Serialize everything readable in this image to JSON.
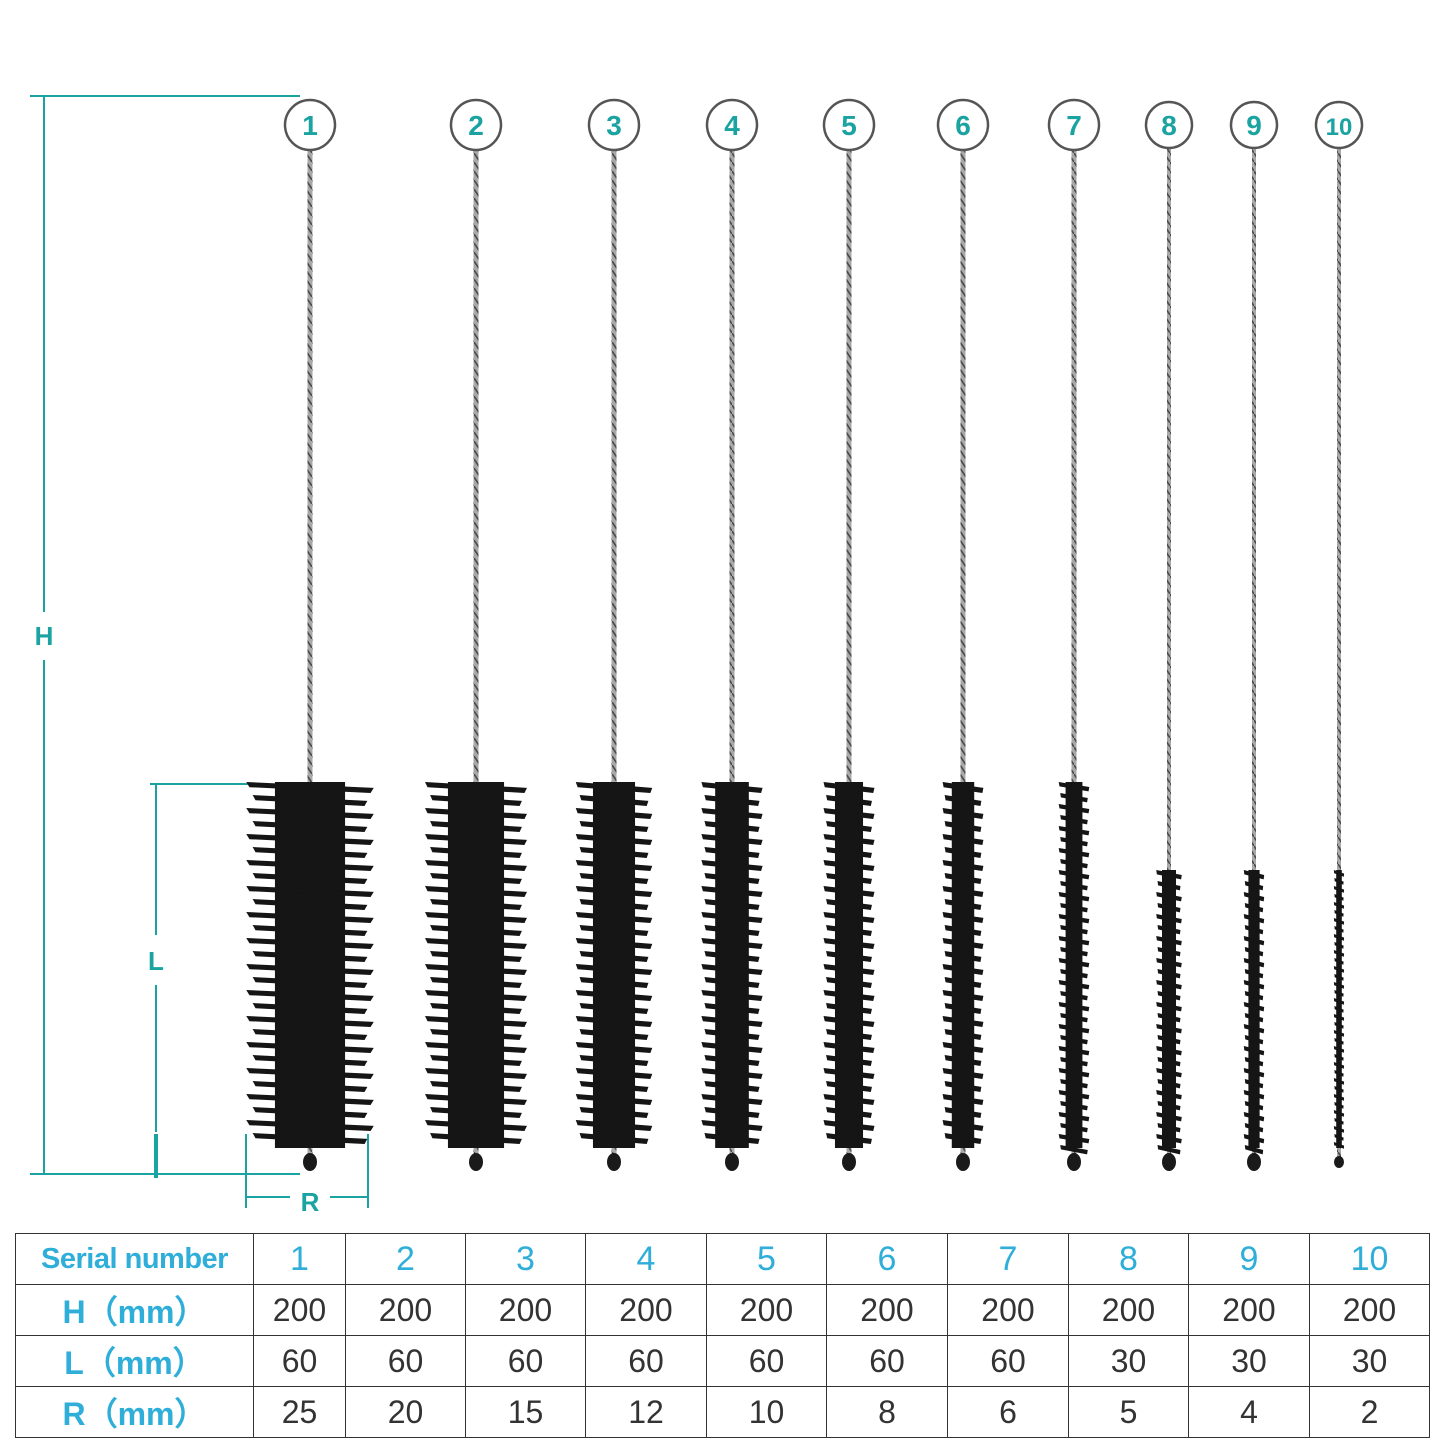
{
  "colors": {
    "accent": "#1aa3a0",
    "table_accent": "#2eaed8",
    "bristle": "#151515",
    "wire": "#8c8c8c"
  },
  "dimension_labels": {
    "height": "H",
    "length": "L",
    "radius": "R"
  },
  "brushes": [
    {
      "serial": "1",
      "h_mm": 200,
      "l_mm": 60,
      "r_mm": 25
    },
    {
      "serial": "2",
      "h_mm": 200,
      "l_mm": 60,
      "r_mm": 20
    },
    {
      "serial": "3",
      "h_mm": 200,
      "l_mm": 60,
      "r_mm": 15
    },
    {
      "serial": "4",
      "h_mm": 200,
      "l_mm": 60,
      "r_mm": 12
    },
    {
      "serial": "5",
      "h_mm": 200,
      "l_mm": 60,
      "r_mm": 10
    },
    {
      "serial": "6",
      "h_mm": 200,
      "l_mm": 60,
      "r_mm": 8
    },
    {
      "serial": "7",
      "h_mm": 200,
      "l_mm": 60,
      "r_mm": 6
    },
    {
      "serial": "8",
      "h_mm": 200,
      "l_mm": 30,
      "r_mm": 5
    },
    {
      "serial": "9",
      "h_mm": 200,
      "l_mm": 30,
      "r_mm": 4
    },
    {
      "serial": "10",
      "h_mm": 200,
      "l_mm": 30,
      "r_mm": 2
    }
  ],
  "table": {
    "row_headers": [
      "Serial number",
      "H（mm）",
      "L（mm）",
      "R（mm）"
    ]
  }
}
